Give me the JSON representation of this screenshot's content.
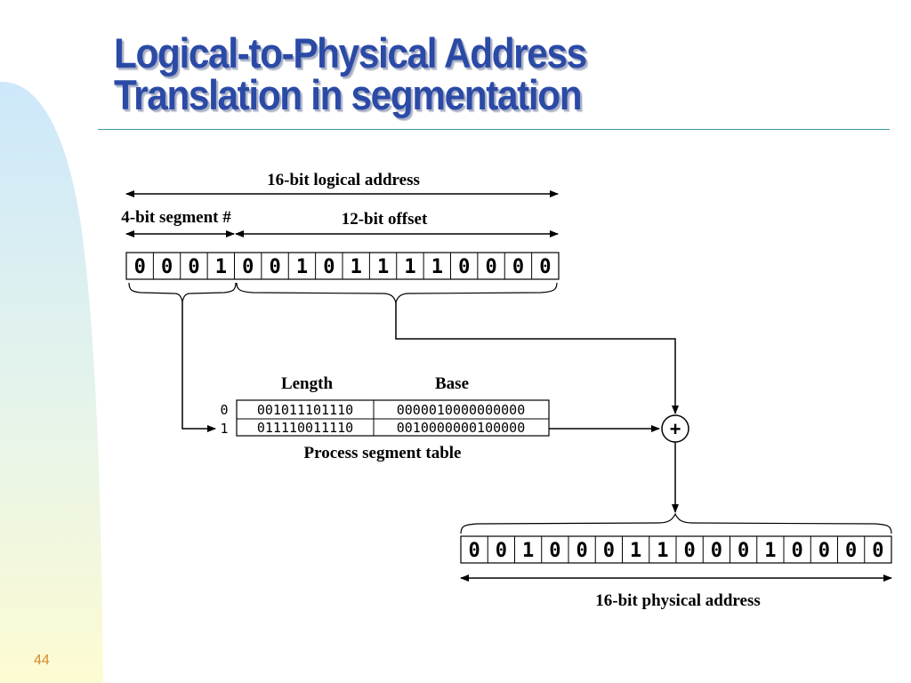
{
  "slide": {
    "title_line1": "Logical-to-Physical Address",
    "title_line2": "Translation in segmentation",
    "slide_number": "44"
  },
  "diagram": {
    "logical_address_label": "16-bit logical address",
    "segment_label": "4-bit segment #",
    "offset_label": "12-bit offset",
    "logical_bits": [
      "0",
      "0",
      "0",
      "1",
      "0",
      "0",
      "1",
      "0",
      "1",
      "1",
      "1",
      "1",
      "0",
      "0",
      "0",
      "0"
    ],
    "table": {
      "length_header": "Length",
      "base_header": "Base",
      "rows": [
        {
          "index": "0",
          "length": "001011101110",
          "base": "0000010000000000"
        },
        {
          "index": "1",
          "length": "011110011110",
          "base": "0010000000100000"
        }
      ],
      "caption": "Process segment table"
    },
    "adder_symbol": "+",
    "physical_bits": [
      "0",
      "0",
      "1",
      "0",
      "0",
      "0",
      "1",
      "1",
      "0",
      "0",
      "0",
      "1",
      "0",
      "0",
      "0",
      "0"
    ],
    "physical_address_label": "16-bit physical address"
  },
  "colors": {
    "title": "#2a4aa6",
    "rule": "#3f9aa0",
    "slide_number": "#d88a2c",
    "band_top": "#cde8fb",
    "band_bottom": "#fdfbd2"
  }
}
